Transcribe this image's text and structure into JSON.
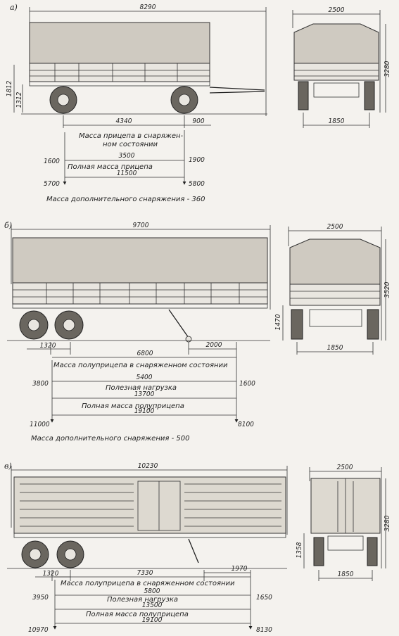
{
  "sections": {
    "a": {
      "label": "а)",
      "side_length": "8290",
      "height_left_1": "1812",
      "height_left_2": "1312",
      "wheelbase": "4340",
      "drawbar": "900",
      "width": "2500",
      "height": "3280",
      "track": "1850",
      "mass_caption_1": "Масса прицепа в снаряжен-",
      "mass_caption_2": "ном состоянии",
      "payload_left": "1600",
      "payload_value": "3500",
      "payload_right": "1900",
      "payload_caption": "Полная масса прицепа",
      "total_left": "5700",
      "total_value": "11500",
      "total_right": "5800",
      "extra_equipment": "Масса дополнительного снаряжения - 360"
    },
    "b": {
      "label": "б)",
      "side_length": "9700",
      "width": "2500",
      "height": "3520",
      "height_small": "1470",
      "track": "1850",
      "rear_axle": "1320",
      "kingpin": "6800",
      "support": "2000",
      "mass_caption": "Масса полуприцепа в снаряженном состоянии",
      "curb_left": "3800",
      "curb_value": "5400",
      "curb_right": "1600",
      "payload_caption": "Полезная нагрузка",
      "payload_value": "13700",
      "total_caption": "Полная масса полуприцепа",
      "total_value": "19100",
      "total_left": "11000",
      "total_right": "8100",
      "extra_equipment": "Масса дополнительного снаряжения - 500"
    },
    "c": {
      "label": "в)",
      "side_length": "10230",
      "width": "2500",
      "height": "3280",
      "height_small": "1358",
      "track": "1850",
      "rear_axle": "1320",
      "kingpin": "7330",
      "front": "1970",
      "mass_caption": "Масса полуприцепа в снаряженном состоянии",
      "curb_value": "5800",
      "curb_left": "3950",
      "curb_right": "1650",
      "payload_caption": "Полезная нагрузка",
      "payload_value": "13500",
      "total_caption": "Полная масса полуприцепа",
      "total_value": "19100",
      "total_left": "10970",
      "total_right": "8130"
    }
  }
}
